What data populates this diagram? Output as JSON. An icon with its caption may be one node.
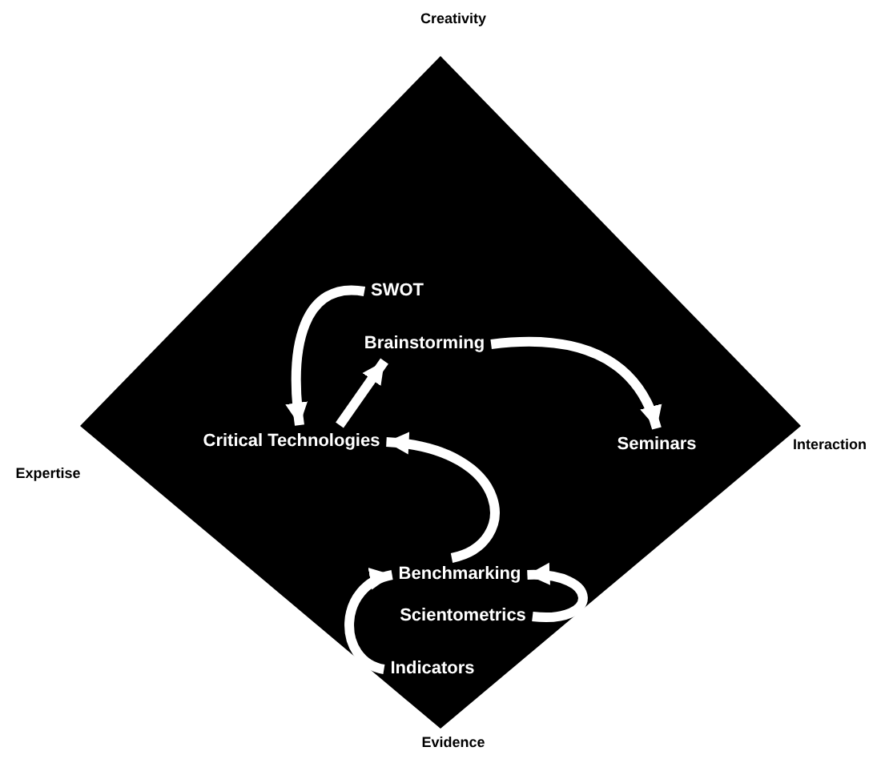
{
  "diagram": {
    "nodes": [
      {
        "text": [],
        "shape": "diamond"
      },
      {
        "text": [
          "SWOT"
        ],
        "in": 0
      },
      {
        "text": [
          "Brainstorming"
        ],
        "in": 0
      },
      {
        "text": [
          "Critical Technologies"
        ],
        "in": 0
      },
      {
        "text": [
          "Seminars"
        ],
        "in": 0
      },
      {
        "text": [
          "Benchmarking"
        ],
        "in": 0
      },
      {
        "text": [
          "Scientometrics"
        ],
        "in": 0
      },
      {
        "text": [
          "Indicators"
        ],
        "in": 0
      }
    ],
    "edges": [
      {
        "from": 1,
        "to": 3,
        "arrow": "to"
      },
      {
        "from": 3,
        "to": 2,
        "arrow": "to"
      },
      {
        "from": 2,
        "to": 4,
        "arrow": "to"
      },
      {
        "from": 5,
        "to": 3,
        "arrow": "to"
      },
      {
        "from": 6,
        "to": 5,
        "arrow": "to"
      },
      {
        "from": 7,
        "to": 5,
        "arrow": "to"
      }
    ],
    "labels": [
      "Creativity",
      "Expertise",
      "Interaction",
      "Evidence"
    ]
  }
}
